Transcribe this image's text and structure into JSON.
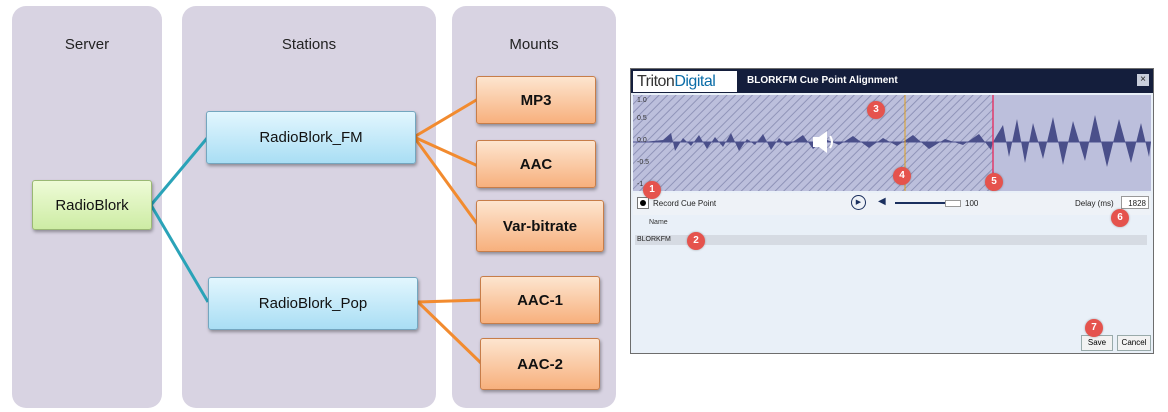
{
  "diagram": {
    "columns": [
      {
        "id": "server",
        "title": "Server"
      },
      {
        "id": "stations",
        "title": "Stations"
      },
      {
        "id": "mounts",
        "title": "Mounts"
      }
    ],
    "server": "RadioBlork",
    "stations": [
      "RadioBlork_FM",
      "RadioBlork_Pop"
    ],
    "mounts": [
      "MP3",
      "AAC",
      "Var-bitrate",
      "AAC-1",
      "AAC-2"
    ],
    "colors": {
      "server_link": "#2aa3b8",
      "mount_link": "#f28b2f"
    }
  },
  "dialog": {
    "logo_part1": "Triton",
    "logo_part2": "Digital",
    "title": "BLORKFM Cue Point Alignment",
    "close_label": "×",
    "waveform": {
      "ticks": [
        "1.0",
        "0.5",
        "0.0",
        "-0.5",
        "-1"
      ]
    },
    "record_label": "Record Cue Point",
    "volume_value": "100",
    "delay_label": "Delay (ms)",
    "delay_value": "1828",
    "name_header": "Name",
    "name_value": "BLORKFM",
    "save_label": "Save",
    "cancel_label": "Cancel",
    "badges": [
      "1",
      "2",
      "3",
      "4",
      "5",
      "6",
      "7"
    ]
  }
}
